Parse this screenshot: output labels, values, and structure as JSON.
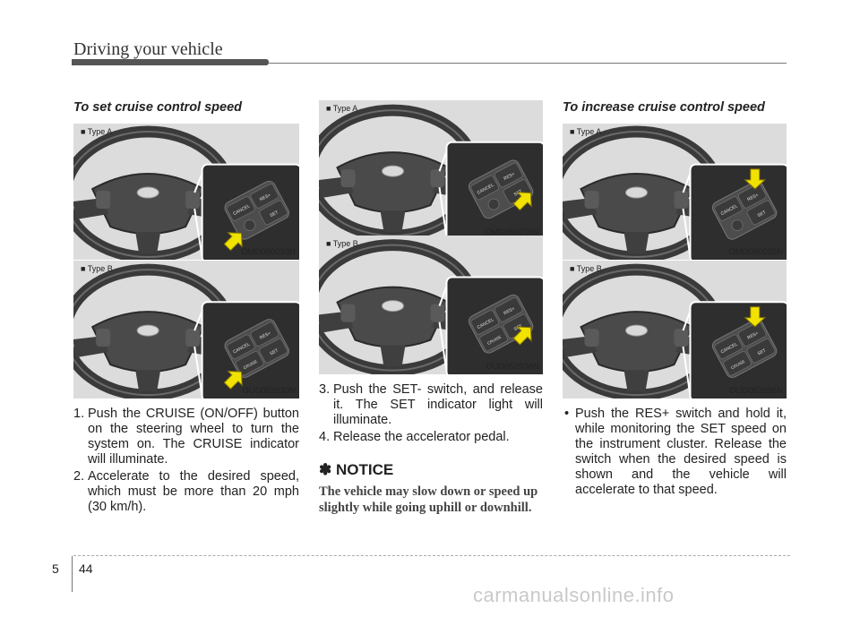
{
  "header": {
    "title": "Driving your vehicle"
  },
  "left": {
    "heading": "To set cruise control speed",
    "figure_a": {
      "type_label": "■ Type A",
      "code": "OMD050033N"
    },
    "figure_b": {
      "type_label": "■ Type B",
      "code": "OUD052033N"
    },
    "steps": [
      {
        "num": "1.",
        "text": "Push the CRUISE (ON/OFF) button on the steering wheel to turn the system on. The CRUISE indicator will illuminate."
      },
      {
        "num": "2.",
        "text": "Accelerate to the desired speed, which must be more than 20 mph (30 km/h)."
      }
    ]
  },
  "middle": {
    "figure_a": {
      "type_label": "■ Type A",
      "code": "OMD050036N"
    },
    "figure_b": {
      "type_label": "■ Type B",
      "code": "OUD052036N"
    },
    "steps": [
      {
        "num": "3.",
        "text": "Push the SET- switch, and release it. The SET indicator light will illuminate."
      },
      {
        "num": "4.",
        "text": "Release the accelerator pedal."
      }
    ],
    "notice": {
      "icon": "✽",
      "title": "NOTICE",
      "body": "The vehicle may slow down or speed up slightly while going uphill or downhill."
    }
  },
  "right": {
    "heading": "To increase cruise control speed",
    "figure_a": {
      "type_label": "■ Type A",
      "code": "OMD050035N"
    },
    "figure_b": {
      "type_label": "■ Type B",
      "code": "OUD052035N"
    },
    "bullet": {
      "marker": "•",
      "text": "Push the RES+ switch and hold it, while monitoring the SET speed on the instrument cluster. Release the switch when the desired speed is shown and the vehicle will accelerate to that speed."
    }
  },
  "footer": {
    "chapter": "5",
    "page": "44",
    "watermark": "carmanualsonline.info"
  },
  "switch_labels": {
    "cruise": "CRUISE",
    "cancel": "CANCEL",
    "res": "RES+",
    "set": "SET"
  },
  "colors": {
    "arrow": "#f2e200",
    "panel_bg": "#dcdcdc",
    "wheel": "#3a3a3a"
  }
}
